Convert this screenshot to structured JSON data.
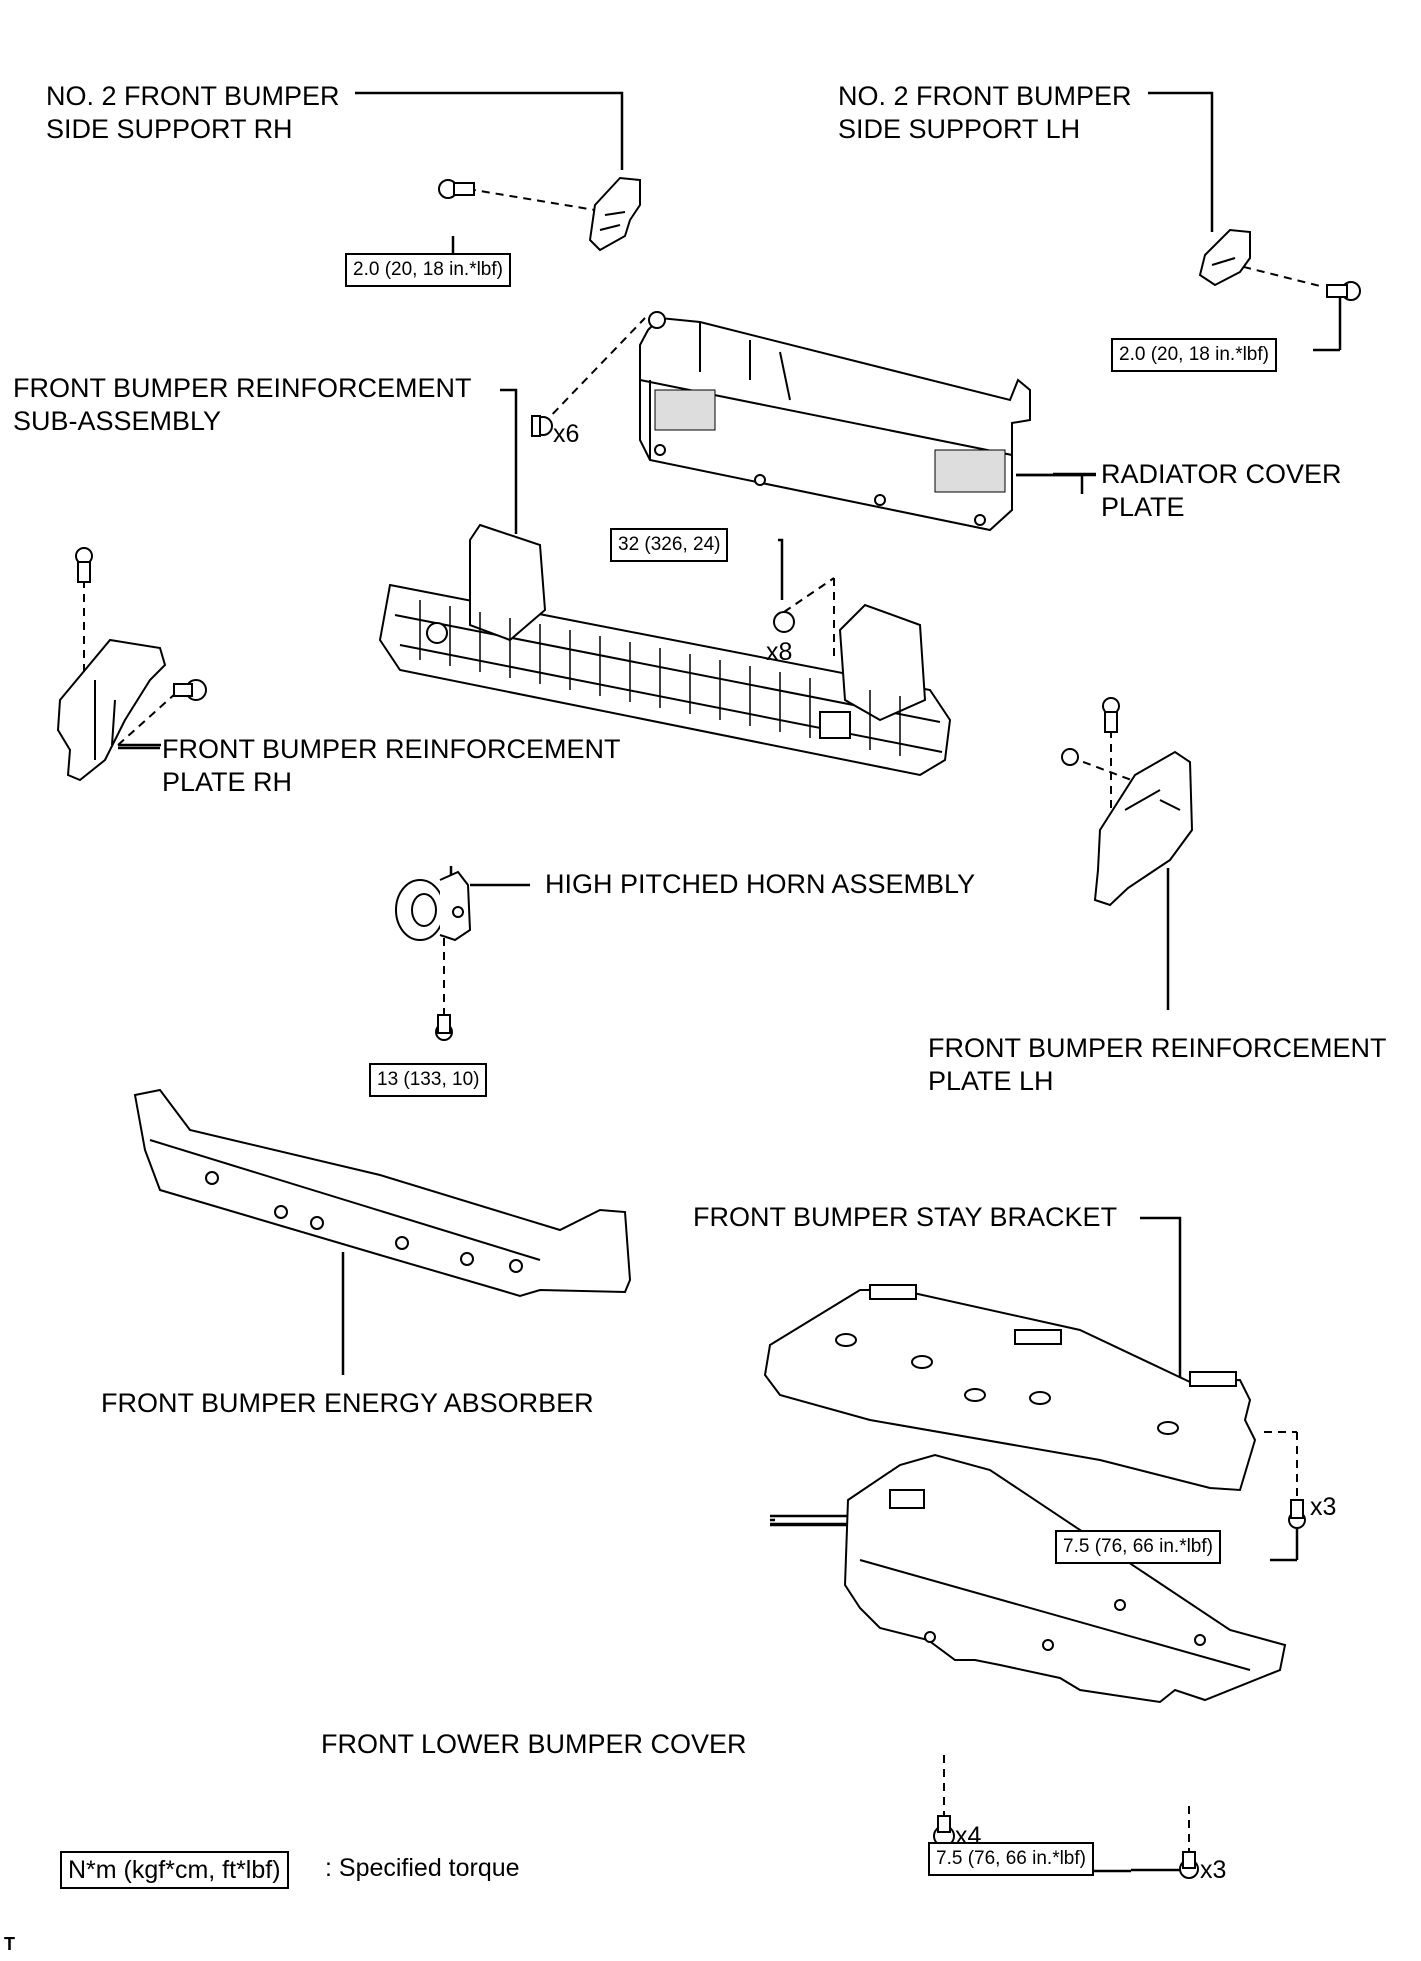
{
  "parts": {
    "side_support_rh": [
      "NO. 2 FRONT BUMPER",
      "SIDE SUPPORT RH"
    ],
    "side_support_lh": [
      "NO. 2 FRONT BUMPER",
      "SIDE SUPPORT LH"
    ],
    "reinforcement_sub": [
      "FRONT BUMPER REINFORCEMENT",
      "SUB-ASSEMBLY"
    ],
    "radiator_cover": [
      "RADIATOR COVER",
      "PLATE"
    ],
    "reinf_plate_rh": [
      "FRONT BUMPER REINFORCEMENT",
      "PLATE RH"
    ],
    "horn": "HIGH PITCHED HORN ASSEMBLY",
    "reinf_plate_lh": [
      "FRONT BUMPER REINFORCEMENT",
      "PLATE LH"
    ],
    "energy_absorber": "FRONT BUMPER ENERGY ABSORBER",
    "stay_bracket": "FRONT BUMPER STAY BRACKET",
    "lower_cover": "FRONT LOWER BUMPER COVER"
  },
  "torques": {
    "side_support_rh": "2.0 (20, 18 in.*lbf)",
    "side_support_lh": "2.0 (20, 18 in.*lbf)",
    "reinforcement": "32 (326, 24)",
    "horn": "13 (133, 10)",
    "stay_bracket": "7.5 (76, 66 in.*lbf)",
    "lower_cover": "7.5 (76, 66 in.*lbf)"
  },
  "quantities": {
    "radiator_clips": "x6",
    "reinforcement_nuts": "x8",
    "stay_bracket_bolts": "x3",
    "lower_cover_clips": "x4",
    "lower_cover_bolts": "x3"
  },
  "legend": {
    "unit": "N*m (kgf*cm, ft*lbf)",
    "text": ": Specified torque"
  },
  "ref_mark": "T"
}
